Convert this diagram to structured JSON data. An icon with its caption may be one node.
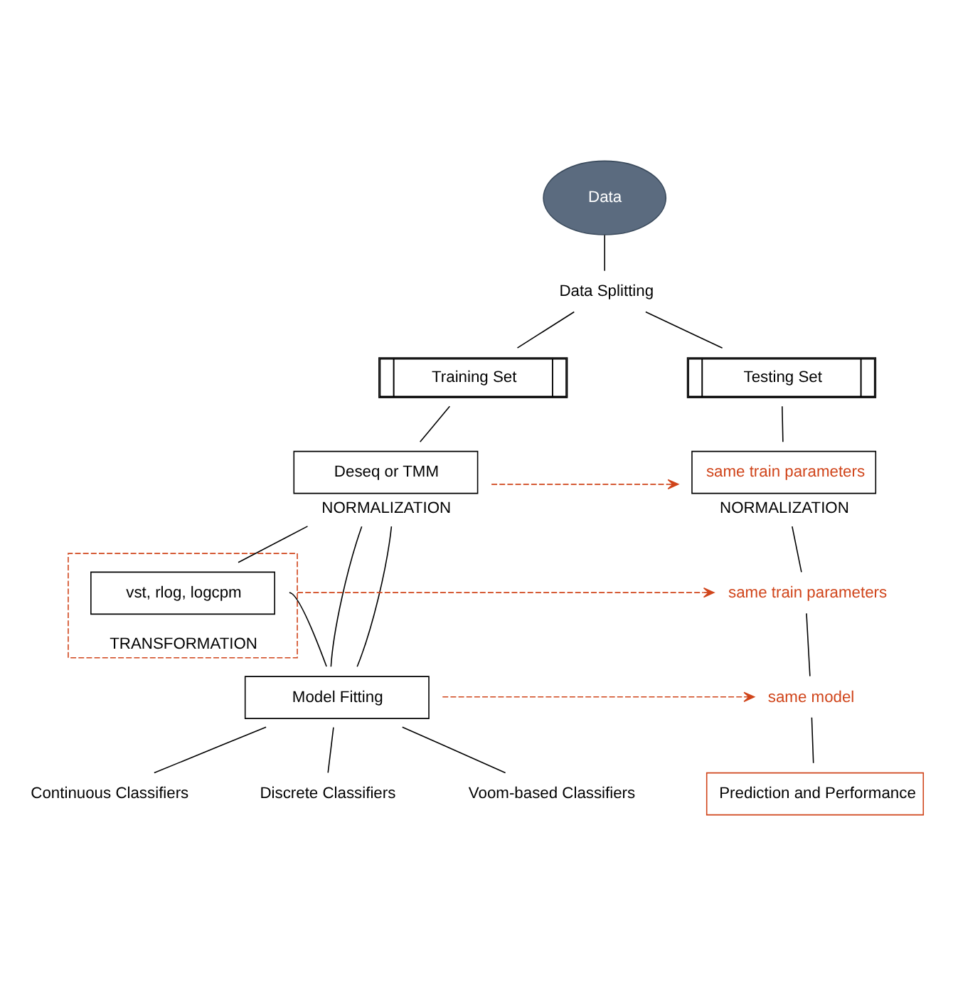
{
  "diagram": {
    "nodes": [
      {
        "text": [
          "Data"
        ]
      },
      {
        "text": [
          "Data Splitting"
        ]
      },
      {
        "text": [
          "Training Set"
        ]
      },
      {
        "text": [
          "Testing Set"
        ]
      },
      {
        "text": [
          "Deseq or TMM"
        ],
        "beside": [
          "NORMALIZATION"
        ]
      },
      {
        "text": [
          "same train parameters"
        ],
        "beside": [
          "NORMALIZATION"
        ]
      },
      {
        "text": [
          "TRANSFORMATION"
        ]
      },
      {
        "text": [
          "vst, rlog, logcpm"
        ],
        "in": 6
      },
      {
        "text": [
          "same train parameters"
        ]
      },
      {
        "text": [
          "Model Fitting"
        ]
      },
      {
        "text": [
          "same model"
        ]
      },
      {
        "text": [
          "Continuous Classifiers"
        ]
      },
      {
        "text": [
          "Discrete Classifiers"
        ]
      },
      {
        "text": [
          "Voom-based Classifiers"
        ]
      },
      {
        "text": [
          "Prediction and Performance"
        ]
      }
    ],
    "edges": [
      {
        "from": 0,
        "to": 1,
        "arrow": "none"
      },
      {
        "from": 1,
        "to": 2,
        "arrow": "none"
      },
      {
        "from": 1,
        "to": 3,
        "arrow": "none"
      },
      {
        "from": 2,
        "to": 4,
        "arrow": "none"
      },
      {
        "from": 3,
        "to": 5,
        "arrow": "none"
      },
      {
        "from": 4,
        "to": 5,
        "arrow": "to",
        "style": "dashed",
        "color": "#d0451b"
      },
      {
        "from": 4,
        "to": 7,
        "arrow": "none"
      },
      {
        "from": 4,
        "to": 9,
        "arrow": "none"
      },
      {
        "from": 4,
        "to": 9,
        "arrow": "none"
      },
      {
        "from": 7,
        "to": 9,
        "arrow": "none"
      },
      {
        "from": 6,
        "to": 8,
        "arrow": "to",
        "style": "dashed",
        "color": "#d0451b"
      },
      {
        "from": 9,
        "to": 10,
        "arrow": "to",
        "style": "dashed",
        "color": "#d0451b"
      },
      {
        "from": 9,
        "to": 11,
        "arrow": "none"
      },
      {
        "from": 9,
        "to": 12,
        "arrow": "none"
      },
      {
        "from": 9,
        "to": 13,
        "arrow": "none"
      },
      {
        "from": 5,
        "to": 8,
        "arrow": "none"
      },
      {
        "from": 8,
        "to": 10,
        "arrow": "none"
      },
      {
        "from": 10,
        "to": 14,
        "arrow": "none"
      }
    ]
  }
}
